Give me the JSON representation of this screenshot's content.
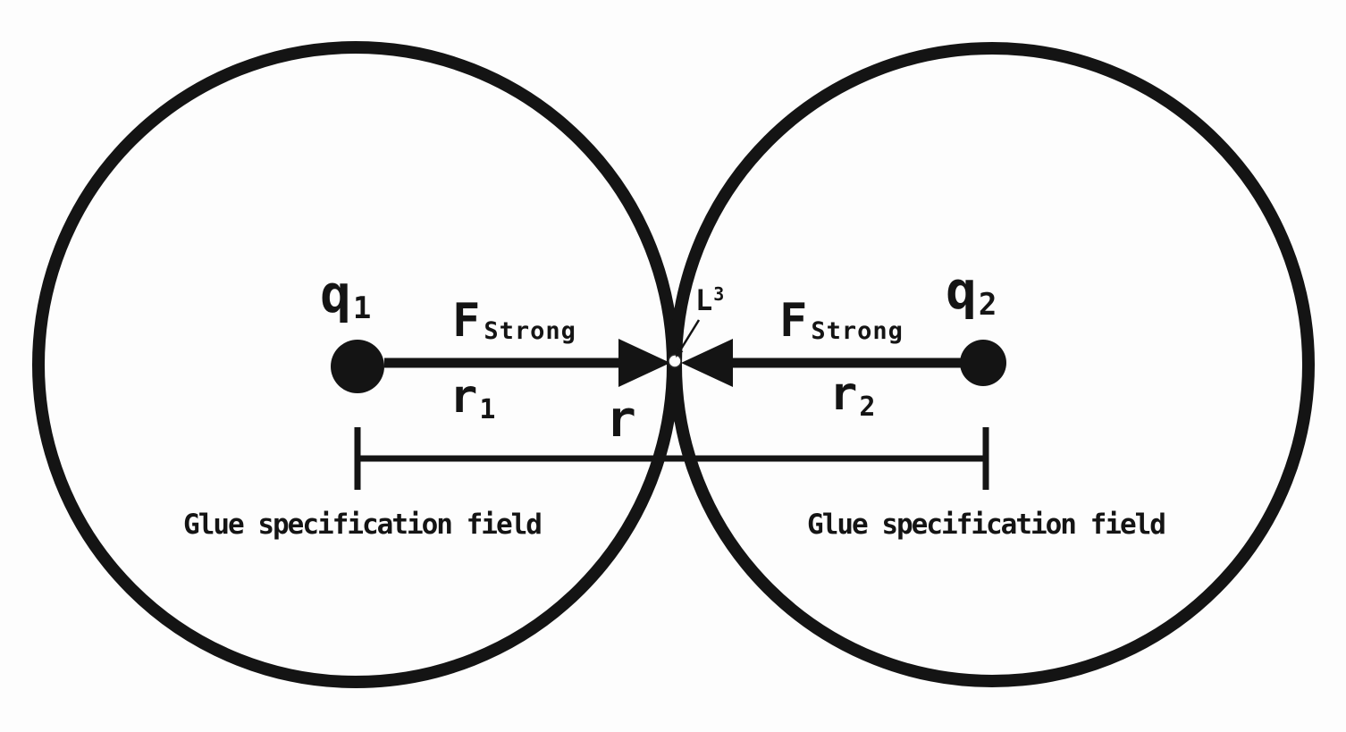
{
  "diagram": {
    "background_color": "#fdfdfd",
    "line_color": "#141414",
    "left_charge": {
      "base": "q",
      "sub": "1"
    },
    "right_charge": {
      "base": "q",
      "sub": "2"
    },
    "left_force": {
      "base": "F",
      "sub": "Strong"
    },
    "right_force": {
      "base": "F",
      "sub": "Strong"
    },
    "left_radius_label": {
      "base": "r",
      "sub": "1"
    },
    "right_radius_label": {
      "base": "r",
      "sub": "2"
    },
    "separation_label": "r",
    "contact_label": {
      "base": "L",
      "sup": "3"
    },
    "left_caption": "Glue specification field",
    "right_caption": "Glue specification field"
  }
}
